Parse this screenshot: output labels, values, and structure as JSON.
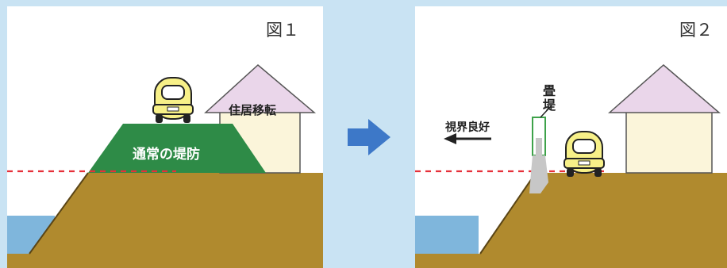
{
  "figure1": {
    "label": "図１",
    "embankment_label": "通常の堤防",
    "house_label": "住居移転",
    "icons": [
      "car-icon",
      "house-icon"
    ]
  },
  "figure2": {
    "label": "図２",
    "tatami_label": "畳堤",
    "visibility_label": "視界良好",
    "icons": [
      "car-icon",
      "house-icon",
      "left-arrow-icon"
    ]
  },
  "transition_icon": "right-arrow-icon",
  "colors": {
    "background": "#c9e3f3",
    "ground": "#b08a2e",
    "embankment": "#2e8b47",
    "roof": "#ead6ea",
    "house_wall": "#fbf5da",
    "car": "#f7f088",
    "water": "#7fb6dc",
    "dashed_line": "#e6303a",
    "arrow": "#3d78c8",
    "tatami_wall": "#c7c7c7"
  }
}
